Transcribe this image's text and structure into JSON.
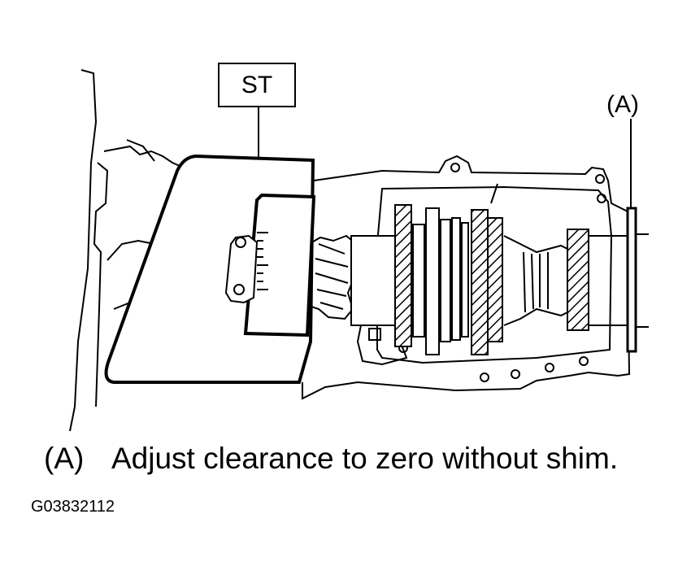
{
  "labels": {
    "special_tool": "ST",
    "callout_a": "(A)"
  },
  "caption": {
    "key": "(A)",
    "text": "Adjust clearance to zero without shim."
  },
  "figure_id": "G03832112"
}
